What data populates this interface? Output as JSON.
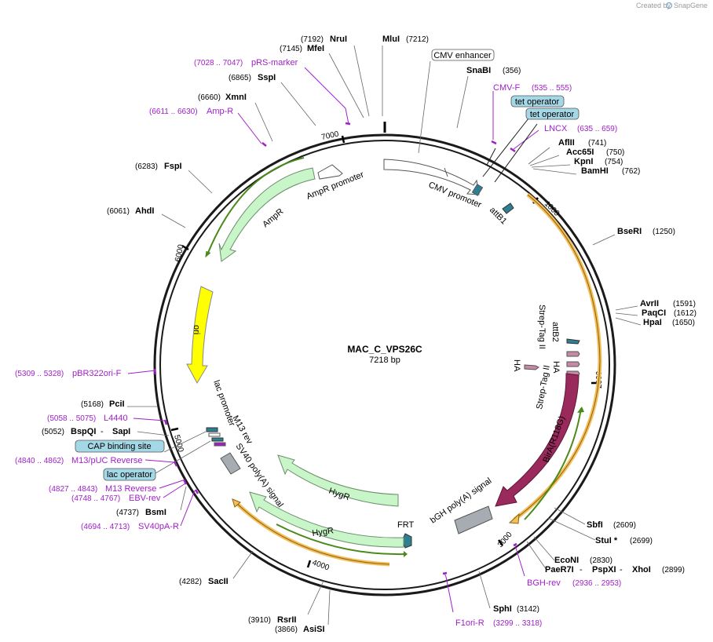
{
  "header": {
    "created_by": "Created by",
    "app_name": "SnapGene"
  },
  "plasmid": {
    "name": "MAC_C_VPS26C",
    "size": "7218 bp"
  },
  "colors": {
    "backbone": "#1a1a1a",
    "resistance": "#c8f6c8",
    "resistance_stroke": "#6b8c6b",
    "ori": "#ffff00",
    "birA": "#9a2a5c",
    "polyA": "#a7acb3",
    "orf": "#4a8a1a",
    "orf_highlight": "#f4bf5a",
    "primer": "#a020c8",
    "regulatory": "#2f7f93",
    "tag": "#c58aa6",
    "cap_box": "#a5d8e6"
  },
  "ticks": [
    "1000",
    "2000",
    "3000",
    "4000",
    "5000",
    "6000",
    "7000"
  ],
  "enzymes": [
    {
      "name": "NruI",
      "pos": "(7192)"
    },
    {
      "name": "MluI",
      "pos": "(7212)"
    },
    {
      "name": "MfeI",
      "pos": "(7145)"
    },
    {
      "name": "SspI",
      "pos": "(6865)"
    },
    {
      "name": "XmnI",
      "pos": "(6660)"
    },
    {
      "name": "FspI",
      "pos": "(6283)"
    },
    {
      "name": "AhdI",
      "pos": "(6061)"
    },
    {
      "name": "PciI",
      "pos": "(5168)"
    },
    {
      "name": "BspQI",
      "sep": " - ",
      "alt": "SapI",
      "pos": "(5052)"
    },
    {
      "name": "BsmI",
      "pos": "(4737)"
    },
    {
      "name": "SacII",
      "pos": "(4282)"
    },
    {
      "name": "RsrII",
      "pos": "(3910)"
    },
    {
      "name": "AsiSI",
      "pos": "(3866)"
    },
    {
      "name": "SnaBI",
      "pos": "(356)"
    },
    {
      "name": "AflII",
      "pos": "(741)"
    },
    {
      "name": "Acc65I",
      "pos": "(750)"
    },
    {
      "name": "KpnI",
      "pos": "(754)"
    },
    {
      "name": "BamHI",
      "pos": "(762)"
    },
    {
      "name": "BseRI",
      "pos": "(1250)"
    },
    {
      "name": "AvrII",
      "pos": "(1591)"
    },
    {
      "name": "PaqCI",
      "pos": "(1612)"
    },
    {
      "name": "HpaI",
      "pos": "(1650)"
    },
    {
      "name": "SbfI",
      "pos": "(2609)"
    },
    {
      "name": "StuI *",
      "pos": "(2699)"
    },
    {
      "name": "EcoNI",
      "pos": "(2830)"
    },
    {
      "name": "PaeR7I",
      "sep": " - ",
      "alt": "PspXI",
      "sep2": " - ",
      "alt2": "XhoI",
      "pos": "(2899)"
    },
    {
      "name": "SphI",
      "pos": "(3142)"
    }
  ],
  "primers": [
    {
      "name": "pRS-marker",
      "pos": "(7028 .. 7047)"
    },
    {
      "name": "Amp-R",
      "pos": "(6611 .. 6630)"
    },
    {
      "name": "pBR322ori-F",
      "pos": "(5309 .. 5328)"
    },
    {
      "name": "L4440",
      "pos": "(5058 .. 5075)"
    },
    {
      "name": "M13/pUC Reverse",
      "pos": "(4840 .. 4862)"
    },
    {
      "name": "M13 Reverse",
      "pos": "(4827 .. 4843)"
    },
    {
      "name": "EBV-rev",
      "pos": "(4748 .. 4767)"
    },
    {
      "name": "SV40pA-R",
      "pos": "(4694 .. 4713)"
    },
    {
      "name": "CMV-F",
      "pos": "(535 .. 555)"
    },
    {
      "name": "LNCX",
      "pos": "(635 .. 659)"
    },
    {
      "name": "BGH-rev",
      "pos": "(2936 .. 2953)"
    },
    {
      "name": "F1ori-R",
      "pos": "(3299 .. 3318)"
    }
  ],
  "boxed_labels": {
    "cmv_enhancer": "CMV enhancer",
    "tet_operator_1": "tet operator",
    "tet_operator_2": "tet operator",
    "cap_site": "CAP binding site",
    "lac_operator": "lac operator"
  },
  "features": {
    "ampr_promoter": "AmpR promoter",
    "ampr": "AmpR",
    "ori": "ori",
    "cmv_promoter": "CMV promoter",
    "attb1": "attB1",
    "attb2": "attB2",
    "strep_tag_1": "Strep-Tag II",
    "strep_tag_2": "Strep-Tag II",
    "ha_1": "HA",
    "ha_2": "HA",
    "birA": "BirA(R118G)",
    "bgh_polya": "bGH poly(A) signal",
    "frt": "FRT",
    "hygr_1": "HygR",
    "hygr_2": "HygR",
    "sv40_polya": "SV40 poly(A) signal",
    "lac_promoter": "lac promoter",
    "m13_rev": "M13 rev"
  }
}
